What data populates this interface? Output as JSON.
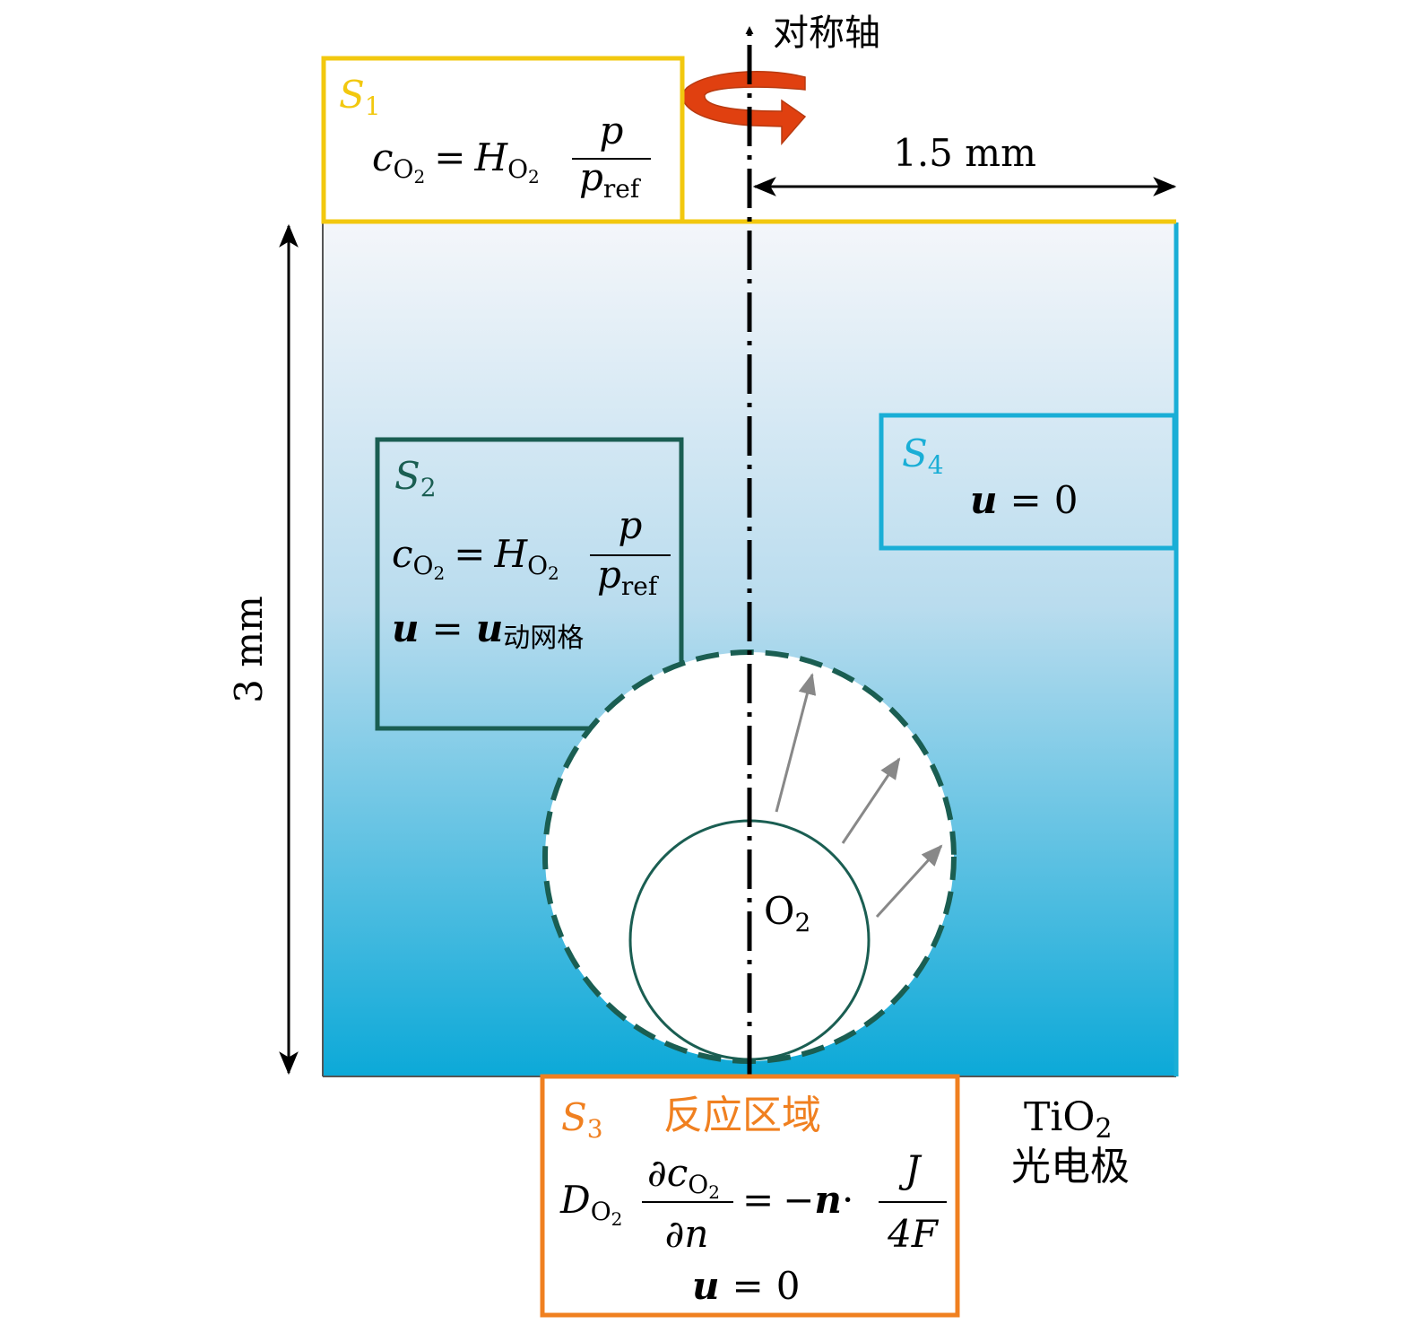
{
  "colors": {
    "s1": "#f2c80f",
    "s2": "#1a5e52",
    "s3": "#f08020",
    "s4": "#1aaed6",
    "arrow_rot": "#e04010",
    "grad_top": "#f4f6fa",
    "grad_bottom": "#0ca9d8",
    "velocity_arrow": "#888888"
  },
  "axis": {
    "label": "对称轴"
  },
  "dimensions": {
    "width_label": "1.5 mm",
    "height_label": "3 mm"
  },
  "electrode": {
    "line1_base": "TiO",
    "line1_sub": "2",
    "line2": "光电极"
  },
  "bubble": {
    "base": "O",
    "sub": "2"
  },
  "s1": {
    "label": "S",
    "label_sub": "1",
    "c": "c",
    "c_sub": "O",
    "c_subsub": "2",
    "eq": "=",
    "H": "H",
    "H_sub": "O",
    "H_subsub": "2",
    "num": "p",
    "den": "p",
    "den_sub": "ref"
  },
  "s2": {
    "label": "S",
    "label_sub": "2",
    "c": "c",
    "c_sub": "O",
    "c_subsub": "2",
    "eq": "=",
    "H": "H",
    "H_sub": "O",
    "H_subsub": "2",
    "num": "p",
    "den": "p",
    "den_sub": "ref",
    "u": "u",
    "u_eq": "=",
    "u_rhs": "u",
    "u_rhs_sub": "动网格"
  },
  "s3": {
    "label": "S",
    "label_sub": "3",
    "title": "反应区域",
    "D": "D",
    "D_sub": "O",
    "D_subsub": "2",
    "num_d": "∂",
    "num_c": "c",
    "num_sub": "O",
    "num_subsub": "2",
    "den": "∂n",
    "eq": "=",
    "rhs": "−",
    "n": "n",
    "dot": "·",
    "J": "J",
    "F": "4F",
    "u": "u",
    "u_eq": "=",
    "u_val": "0"
  },
  "s4": {
    "label": "S",
    "label_sub": "4",
    "u": "u",
    "u_eq": "=",
    "u_val": "0"
  }
}
